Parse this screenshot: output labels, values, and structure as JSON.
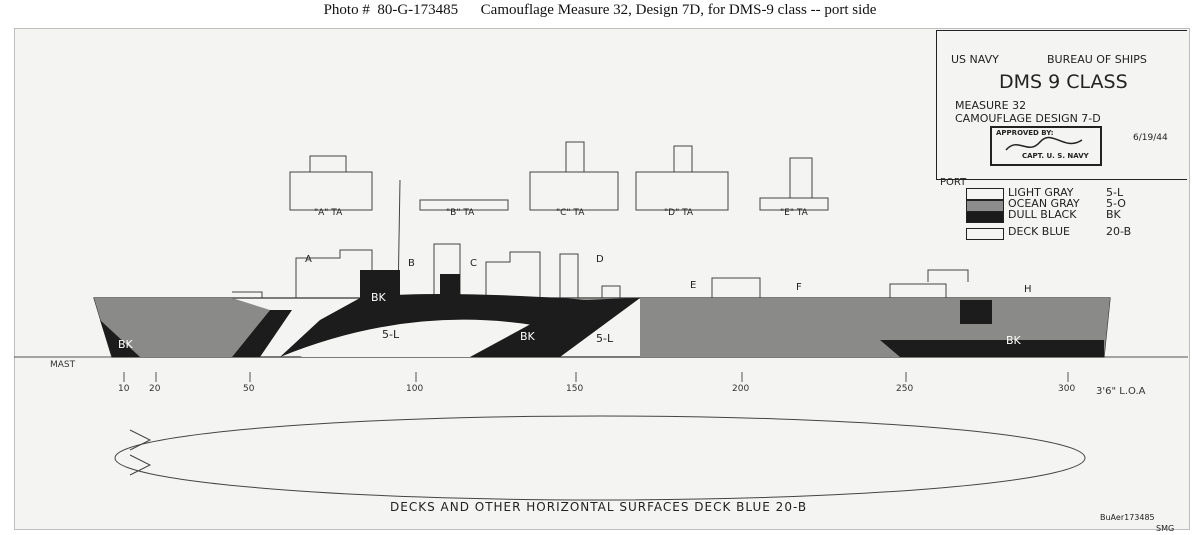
{
  "caption": "Photo #  80-G-173485      Camouflage Measure 32, Design 7D, for DMS-9 class -- port side",
  "title_block": {
    "navy": "US NAVY",
    "bureau": "BUREAU OF SHIPS",
    "class_name": "DMS 9 CLASS",
    "measure": "MEASURE 32",
    "design": "CAMOUFLAGE DESIGN  7-D",
    "approved": "APPROVED BY:",
    "rank": "CAPT. U. S. NAVY",
    "date": "6/19/44"
  },
  "legend": {
    "title": "PORT",
    "items": [
      {
        "name": "LIGHT GRAY",
        "code": "5-L",
        "color": "#f4f4f2"
      },
      {
        "name": "OCEAN GRAY",
        "code": "5-O",
        "color": "#8c8c8c"
      },
      {
        "name": "DULL BLACK",
        "code": "BK",
        "color": "#1a1a1a"
      },
      {
        "name": "DECK BLUE",
        "code": "20-B",
        "color": "#f4f4f2"
      }
    ]
  },
  "sections": [
    "\"A\" TA",
    "\"B\" TA",
    "\"C\" TA",
    "\"D\" TA",
    "\"E\" TA"
  ],
  "ship_labels": [
    "BK",
    "BK",
    "5-L",
    "BK",
    "5-L",
    "BK"
  ],
  "callouts": [
    "A",
    "B",
    "C",
    "D",
    "E",
    "F",
    "H"
  ],
  "station_labels": [
    "10",
    "20",
    "50",
    "100",
    "150",
    "200",
    "250",
    "300",
    "3'6\" L.O.A",
    "MAST"
  ],
  "deck_note": "DECKS  AND  OTHER  HORIZONTAL  SURFACES    DECK  BLUE  20-B",
  "ref_number": "BuAer173485",
  "corner_mark": "SMG"
}
